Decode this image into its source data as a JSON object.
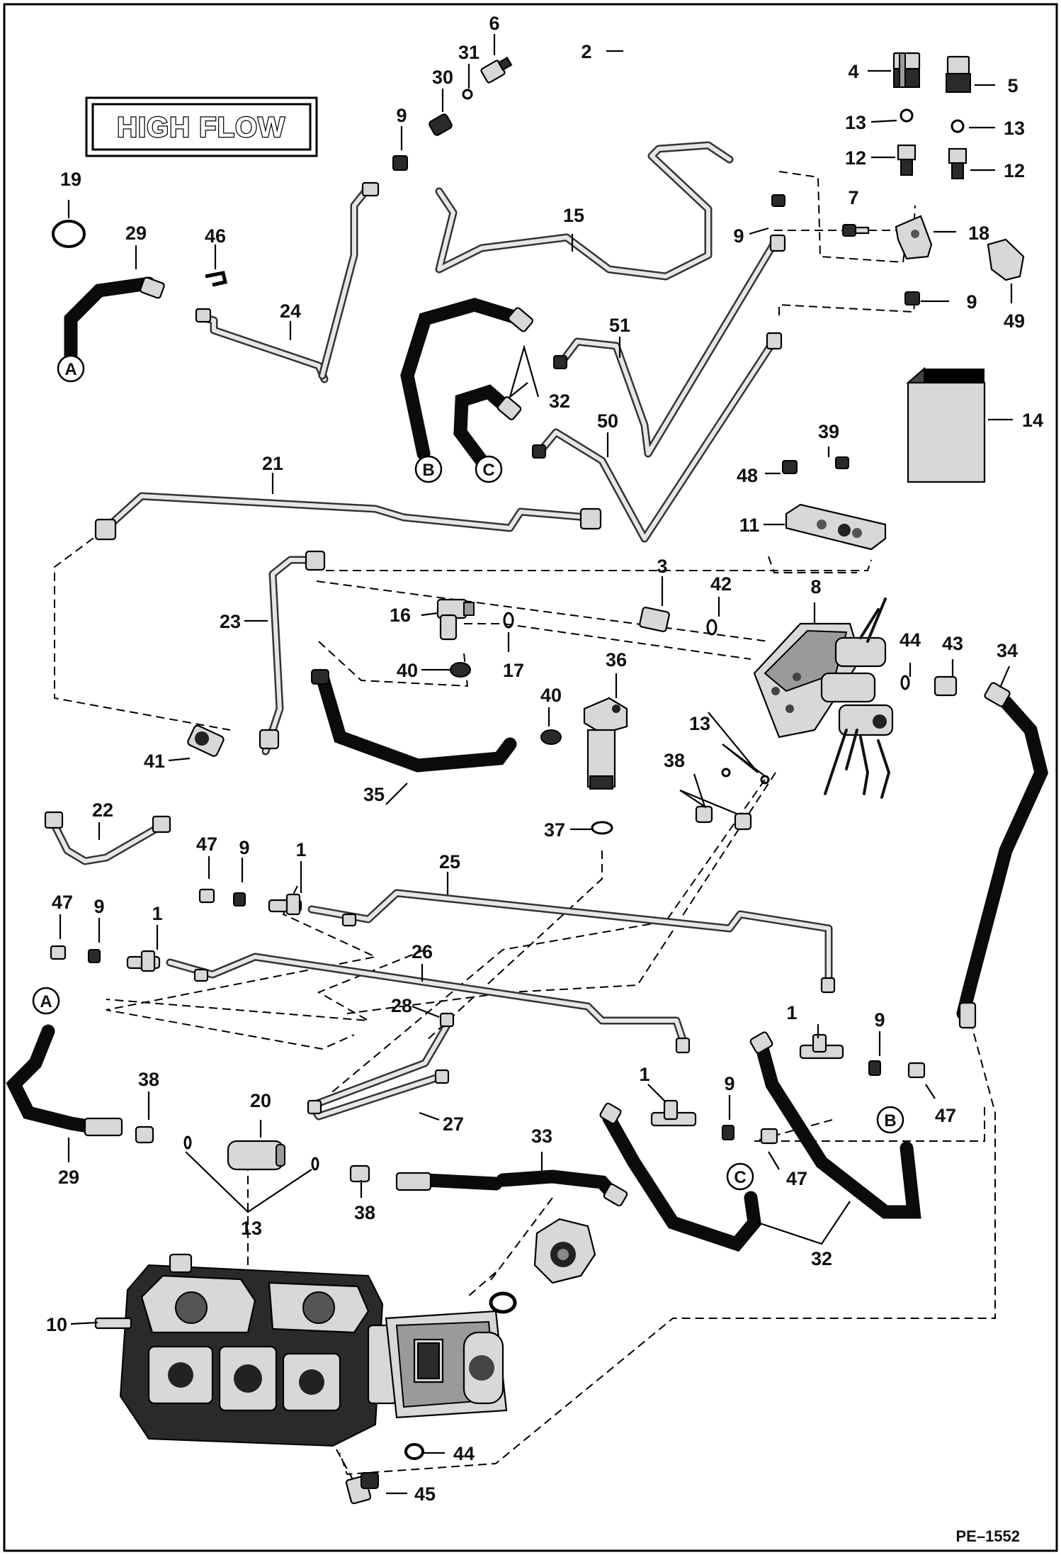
{
  "title": "HIGH FLOW",
  "figure_id": "PE–1552",
  "callouts": {
    "p1a": "1",
    "p1b": "1",
    "p1c": "1",
    "p1d": "1",
    "p2": "2",
    "p3": "3",
    "p4": "4",
    "p5": "5",
    "p6": "6",
    "p7": "7",
    "p8": "8",
    "p9a": "9",
    "p9b": "9",
    "p9c": "9",
    "p9d": "9",
    "p9e": "9",
    "p9f": "9",
    "p9g": "9",
    "p10": "10",
    "p11": "11",
    "p12a": "12",
    "p12b": "12",
    "p13a": "13",
    "p13b": "13",
    "p13c": "13",
    "p13d": "13",
    "p14": "14",
    "p15": "15",
    "p16": "16",
    "p17": "17",
    "p18": "18",
    "p19": "19",
    "p20": "20",
    "p21": "21",
    "p22": "22",
    "p23": "23",
    "p24": "24",
    "p25": "25",
    "p26": "26",
    "p27": "27",
    "p28": "28",
    "p29a": "29",
    "p29b": "29",
    "p30": "30",
    "p31": "31",
    "p32a": "32",
    "p32b": "32",
    "p33": "33",
    "p34": "34",
    "p35": "35",
    "p36": "36",
    "p37": "37",
    "p38a": "38",
    "p38b": "38",
    "p38c": "38",
    "p39": "39",
    "p40a": "40",
    "p40b": "40",
    "p41": "41",
    "p42": "42",
    "p43": "43",
    "p44a": "44",
    "p44b": "44",
    "p45": "45",
    "p46": "46",
    "p47a": "47",
    "p47b": "47",
    "p47c": "47",
    "p47d": "47",
    "p48": "48",
    "p49": "49",
    "p50": "50",
    "p51": "51"
  },
  "connectors": {
    "a1": "A",
    "a2": "A",
    "b1": "B",
    "b2": "B",
    "c1": "C",
    "c2": "C"
  }
}
